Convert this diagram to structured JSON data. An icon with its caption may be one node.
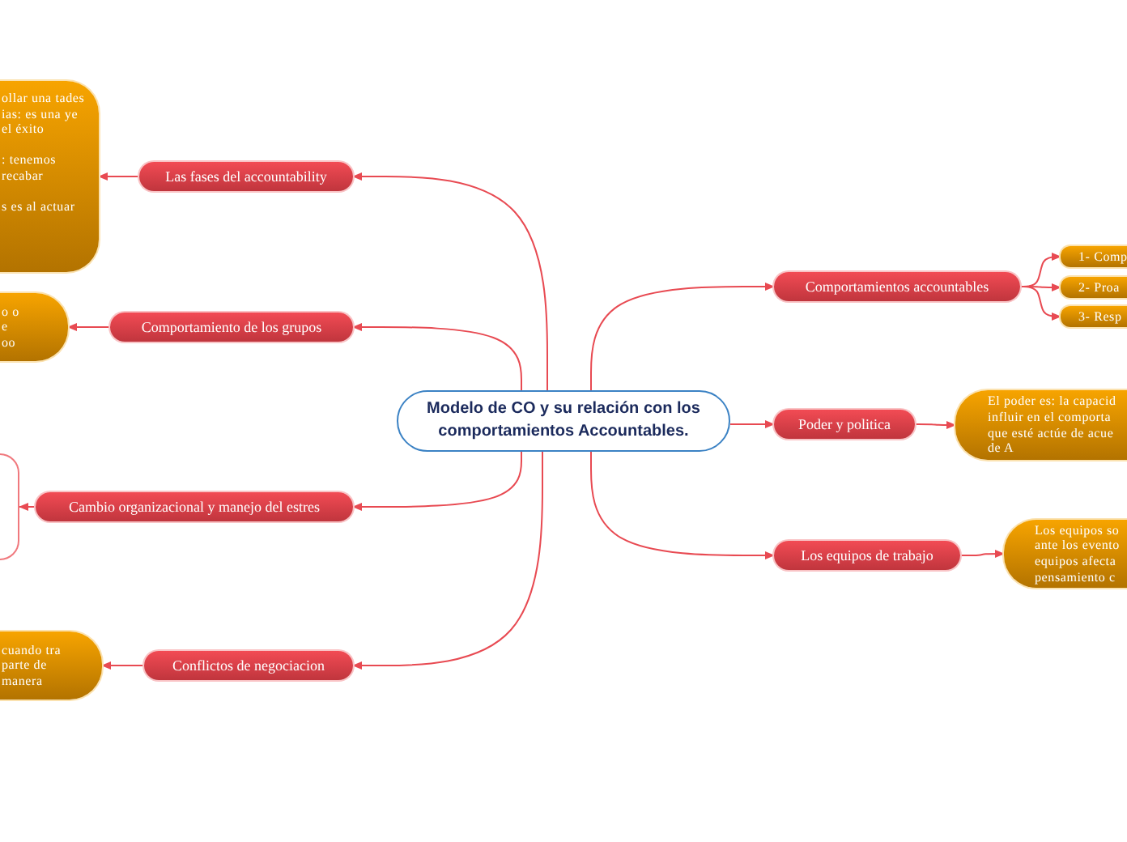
{
  "diagram": {
    "nodes": [
      {
        "text": [
          "Modelo de CO y su relación con los comportamientos Accountables."
        ]
      },
      {
        "text": [
          "Las fases del accountability"
        ]
      },
      {
        "text": [
          "ollar una tades ias: es una ye el éxito",
          ": tenemos recabar",
          "s es al actuar"
        ]
      },
      {
        "text": [
          "Comportamiento de los grupos"
        ]
      },
      {
        "text": [
          "o o e oo"
        ]
      },
      {
        "text": [
          "Cambio organizacional y manejo del estres"
        ]
      },
      {
        "text": [],
        "shape": "box"
      },
      {
        "text": [
          "Conflictos de negociacion"
        ]
      },
      {
        "text": [
          "cuando tra parte de manera"
        ]
      },
      {
        "text": [
          "Comportamientos accountables"
        ]
      },
      {
        "text": [
          "1- Comp"
        ]
      },
      {
        "text": [
          "2- Proa"
        ]
      },
      {
        "text": [
          "3- Resp"
        ]
      },
      {
        "text": [
          "Poder y politica"
        ]
      },
      {
        "text": [
          "El poder es: la capacid influir en el comporta que esté actúe de acue de A"
        ]
      },
      {
        "text": [
          "Los equipos de trabajo"
        ]
      },
      {
        "text": [
          "Los equipos so ante los evento equipos afecta pensamiento c"
        ]
      }
    ],
    "edges": [
      {
        "from": 0,
        "to": 1,
        "arrow": "to"
      },
      {
        "from": 0,
        "to": 3,
        "arrow": "to"
      },
      {
        "from": 0,
        "to": 5,
        "arrow": "to"
      },
      {
        "from": 0,
        "to": 7,
        "arrow": "to"
      },
      {
        "from": 0,
        "to": 9,
        "arrow": "to"
      },
      {
        "from": 0,
        "to": 13,
        "arrow": "to"
      },
      {
        "from": 0,
        "to": 15,
        "arrow": "to"
      },
      {
        "from": 1,
        "to": 2,
        "arrow": "to"
      },
      {
        "from": 3,
        "to": 4,
        "arrow": "to"
      },
      {
        "from": 5,
        "to": 6,
        "arrow": "to"
      },
      {
        "from": 7,
        "to": 8,
        "arrow": "to"
      },
      {
        "from": 9,
        "to": 10,
        "arrow": "to"
      },
      {
        "from": 9,
        "to": 11,
        "arrow": "to"
      },
      {
        "from": 9,
        "to": 12,
        "arrow": "to"
      },
      {
        "from": 13,
        "to": 14,
        "arrow": "to"
      },
      {
        "from": 15,
        "to": 16,
        "arrow": "to"
      }
    ]
  }
}
